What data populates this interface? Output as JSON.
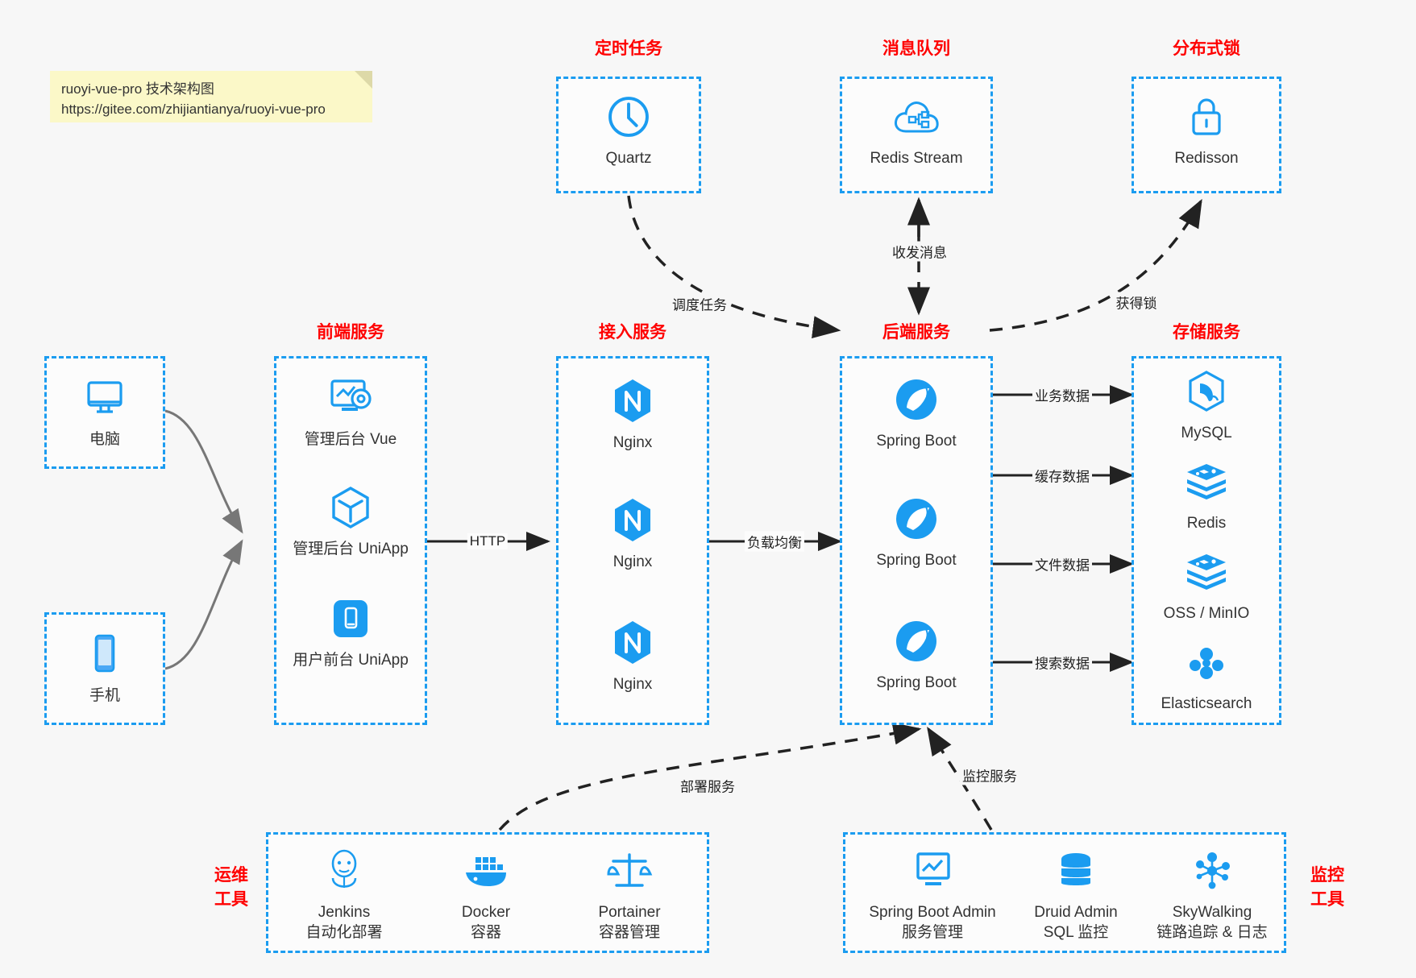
{
  "note": {
    "line1": "ruoyi-vue-pro 技术架构图",
    "line2": "https://gitee.com/zhijiantianya/ruoyi-vue-pro"
  },
  "colors": {
    "group_border": "#1b9cf0",
    "group_title": "#ff0000",
    "icon_blue": "#1b9cf0",
    "background": "#f7f7f7",
    "edge_solid": "#222222",
    "edge_dashed": "#222222",
    "device_edge": "#777777"
  },
  "groups": {
    "scheduled_task": {
      "title": "定时任务",
      "nodes": [
        {
          "label": "Quartz",
          "icon": "clock-icon"
        }
      ]
    },
    "message_queue": {
      "title": "消息队列",
      "nodes": [
        {
          "label": "Redis Stream",
          "icon": "cloud-network-icon"
        }
      ]
    },
    "distributed_lock": {
      "title": "分布式锁",
      "nodes": [
        {
          "label": "Redisson",
          "icon": "lock-icon"
        }
      ]
    },
    "devices": {
      "nodes": [
        {
          "label": "电脑",
          "icon": "desktop-monitor-icon"
        },
        {
          "label": "手机",
          "icon": "mobile-phone-icon"
        }
      ]
    },
    "frontend": {
      "title": "前端服务",
      "nodes": [
        {
          "label": "管理后台 Vue",
          "icon": "dashboard-gear-icon"
        },
        {
          "label": "管理后台 UniApp",
          "icon": "cube-icon"
        },
        {
          "label": "用户前台 UniApp",
          "icon": "app-square-icon"
        }
      ]
    },
    "gateway": {
      "title": "接入服务",
      "nodes": [
        {
          "label": "Nginx",
          "icon": "nginx-icon"
        },
        {
          "label": "Nginx",
          "icon": "nginx-icon"
        },
        {
          "label": "Nginx",
          "icon": "nginx-icon"
        }
      ]
    },
    "backend": {
      "title": "后端服务",
      "nodes": [
        {
          "label": "Spring Boot",
          "icon": "spring-leaf-icon"
        },
        {
          "label": "Spring Boot",
          "icon": "spring-leaf-icon"
        },
        {
          "label": "Spring Boot",
          "icon": "spring-leaf-icon"
        }
      ]
    },
    "storage": {
      "title": "存储服务",
      "nodes": [
        {
          "label": "MySQL",
          "icon": "mysql-dolphin-icon"
        },
        {
          "label": "Redis",
          "icon": "redis-stack-icon"
        },
        {
          "label": "OSS / MinIO",
          "icon": "object-storage-icon"
        },
        {
          "label": "Elasticsearch",
          "icon": "elasticsearch-icon"
        }
      ]
    },
    "ops_tools": {
      "title": "运维\n工具",
      "title_line1": "运维",
      "title_line2": "工具",
      "nodes": [
        {
          "label": "Jenkins",
          "sub": "自动化部署",
          "icon": "jenkins-butler-icon"
        },
        {
          "label": "Docker",
          "sub": "容器",
          "icon": "docker-whale-icon"
        },
        {
          "label": "Portainer",
          "sub": "容器管理",
          "icon": "scales-balance-icon"
        }
      ]
    },
    "monitor_tools": {
      "title_line1": "监控",
      "title_line2": "工具",
      "nodes": [
        {
          "label": "Spring Boot Admin",
          "sub": "服务管理",
          "icon": "monitor-chart-icon"
        },
        {
          "label": "Druid Admin",
          "sub": "SQL 监控",
          "icon": "database-cylinder-icon"
        },
        {
          "label": "SkyWalking",
          "sub": "链路追踪 & 日志",
          "icon": "network-nodes-icon"
        }
      ]
    }
  },
  "edges": [
    {
      "id": "schedule-task",
      "label": "调度任务",
      "style": "dashed"
    },
    {
      "id": "send-receive-message",
      "label": "收发消息",
      "style": "dashed-bidirectional"
    },
    {
      "id": "acquire-lock",
      "label": "获得锁",
      "style": "dashed"
    },
    {
      "id": "http",
      "label": "HTTP",
      "style": "solid"
    },
    {
      "id": "load-balance",
      "label": "负载均衡",
      "style": "solid"
    },
    {
      "id": "business-data",
      "label": "业务数据",
      "style": "solid"
    },
    {
      "id": "cache-data",
      "label": "缓存数据",
      "style": "solid"
    },
    {
      "id": "file-data",
      "label": "文件数据",
      "style": "solid"
    },
    {
      "id": "search-data",
      "label": "搜索数据",
      "style": "solid"
    },
    {
      "id": "deploy-service",
      "label": "部署服务",
      "style": "dashed"
    },
    {
      "id": "monitor-service",
      "label": "监控服务",
      "style": "dashed"
    }
  ]
}
